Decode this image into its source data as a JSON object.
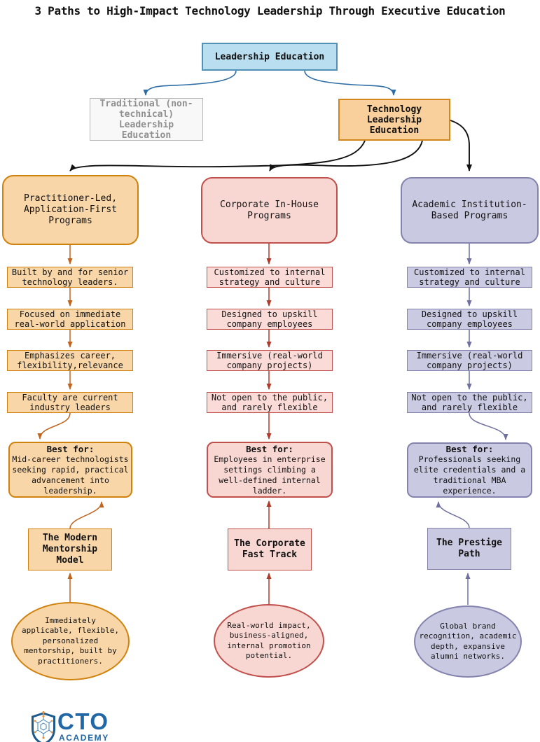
{
  "title": "3 Paths to High-Impact Technology Leadership Through Executive Education",
  "root": {
    "label": "Leadership Education"
  },
  "branches": {
    "traditional": {
      "label": "Traditional (non-\ntechnical)\nLeadership\nEducation"
    },
    "technology": {
      "label": "Technology\nLeadership\nEducation"
    }
  },
  "paths": [
    {
      "name": "Practitioner-Led,\nApplication-First\nPrograms",
      "features": [
        "Built by and for senior\ntechnology leaders.",
        "Focused on immediate\nreal-world application",
        "Emphasizes career,\nflexibility,relevance",
        "Faculty are current\nindustry leaders"
      ],
      "best_for_label": "Best for:",
      "best_for": "Mid-career technologists\nseeking rapid, practical\nadvancement into\nleadership.",
      "model": "The Modern\nMentorship\nModel",
      "outcome": "Immediately\napplicable, flexible,\npersonalized\nmentorship, built by\npractitioners.",
      "accent_color": "#c2641e",
      "fill_color": "#f9d6a7"
    },
    {
      "name": "Corporate In-House\nPrograms",
      "features": [
        "Customized to internal\nstrategy and culture",
        "Designed to upskill\ncompany employees",
        "Immersive (real-world\ncompany projects)",
        "Not open to the public,\nand rarely flexible"
      ],
      "best_for_label": "Best for:",
      "best_for": "Employees in enterprise\nsettings climbing a\nwell-defined internal\nladder.",
      "model": "The Corporate\nFast Track",
      "outcome": "Real-world impact,\nbusiness-aligned,\ninternal promotion\npotential.",
      "accent_color": "#b03a2a",
      "fill_color": "#f8d7d3"
    },
    {
      "name": "Academic Institution-\nBased Programs",
      "features": [
        "Customized to internal\nstrategy and culture",
        "Designed to upskill\ncompany employees",
        "Immersive (real-world\ncompany projects)",
        "Not open to the public,\nand rarely flexible"
      ],
      "best_for_label": "Best for:",
      "best_for": "Professionals seeking\nelite credentials and a\ntraditional MBA\nexperience.",
      "model": "The Prestige\nPath",
      "outcome": "Global brand\nrecognition, academic\ndepth, expansive\nalumni networks.",
      "accent_color": "#7070a0",
      "fill_color": "#c9c9e1"
    }
  ],
  "logo": {
    "title": "CTO",
    "subtitle": "ACADEMY",
    "brand_color": "#2166a5"
  },
  "colors": {
    "background": "#ffffff",
    "root_fill": "#b9def0",
    "root_border": "#5191b5",
    "traditional_fill": "#f8f8f8",
    "traditional_text": "#8f8f8f",
    "technology_fill": "#f9d09b",
    "technology_border": "#d2871c",
    "edge_blue": "#2e6da4",
    "edge_black": "#111111"
  }
}
